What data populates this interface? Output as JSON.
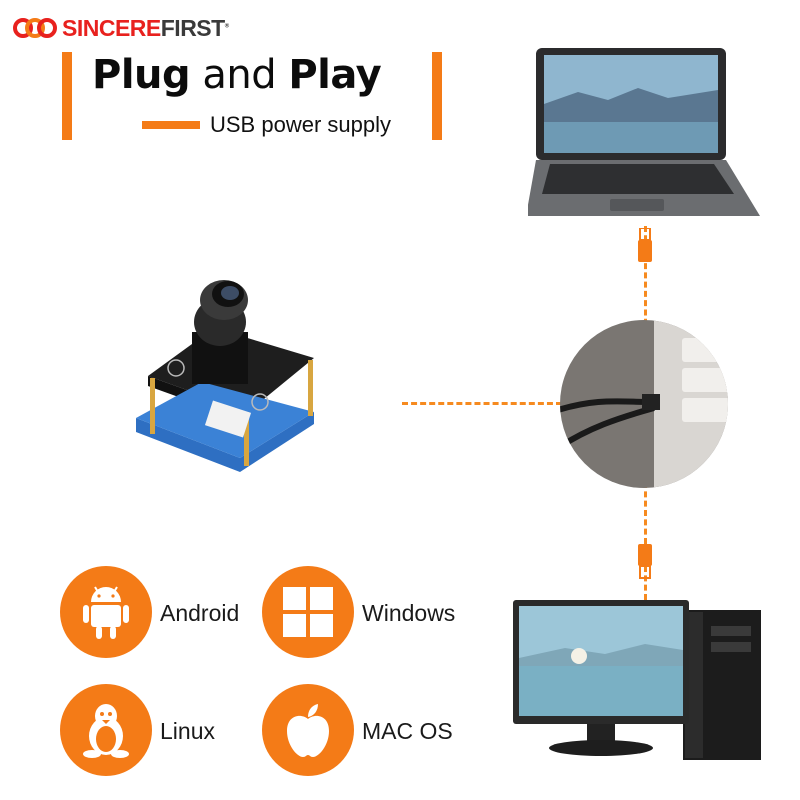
{
  "brand": {
    "name_red": "SINCERE",
    "name_dark": "FIRST",
    "reg_mark": "®"
  },
  "headline": {
    "word1": "Plug",
    "word2": "and",
    "word3": "Play",
    "subtitle": "USB power supply"
  },
  "os_list": [
    {
      "label": "Android",
      "icon": "android-icon"
    },
    {
      "label": "Windows",
      "icon": "windows-icon"
    },
    {
      "label": "Linux",
      "icon": "linux-icon"
    },
    {
      "label": "MAC OS",
      "icon": "apple-icon"
    }
  ],
  "colors": {
    "accent": "#f47b17",
    "brand_red": "#e8211e",
    "text": "#111111",
    "connector": "#f68a1f"
  }
}
